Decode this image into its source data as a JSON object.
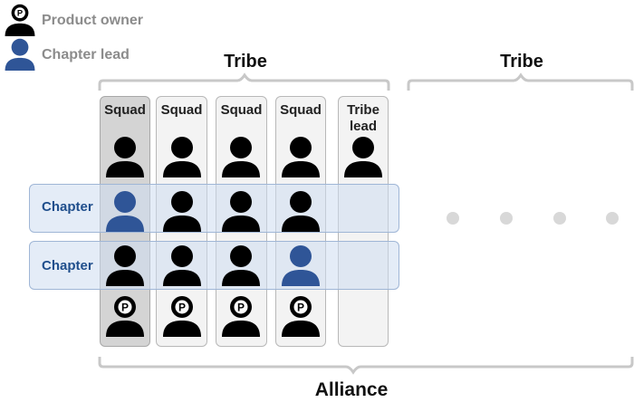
{
  "legend": {
    "product_owner": "Product owner",
    "chapter_lead": "Chapter lead"
  },
  "tribes": [
    "Tribe",
    "Tribe"
  ],
  "columns": {
    "squad_label": "Squad",
    "tribe_lead_label": "Tribe\nlead"
  },
  "chapters": [
    "Chapter",
    "Chapter"
  ],
  "alliance": "Alliance",
  "colors": {
    "member": "#000000",
    "chapter_lead": "#2f5597",
    "chapter_text": "#1f4e8c",
    "legend_text": "#8c8c8c",
    "dots": "#d8d8d8"
  }
}
